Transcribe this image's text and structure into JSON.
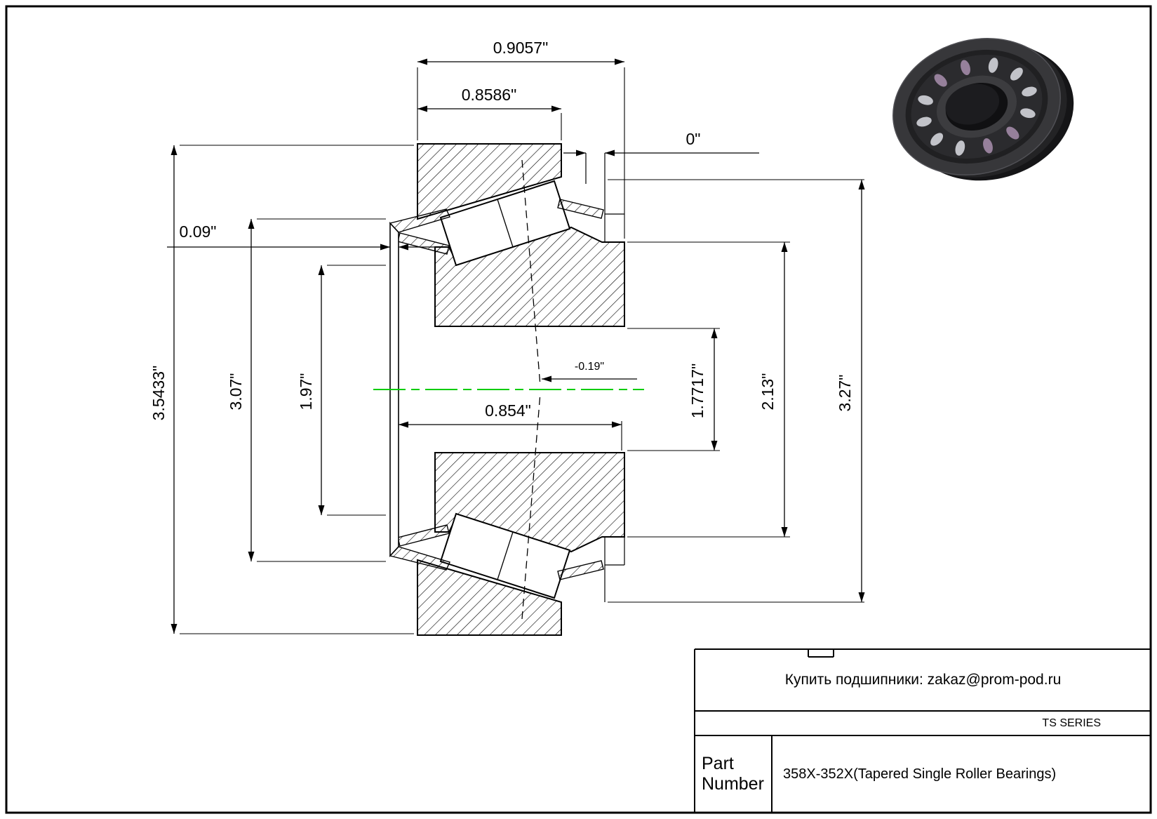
{
  "drawing": {
    "centerline_color": "#00cc00",
    "dims": {
      "d_0_9057": "0.9057\"",
      "d_0_8586": "0.8586\"",
      "d_0": "0\"",
      "d_0_09": "0.09\"",
      "d_3_5433": "3.5433\"",
      "d_3_07": "3.07\"",
      "d_1_97": "1.97\"",
      "d_0_854": "0.854\"",
      "d_minus_0_19": "-0.19\"",
      "d_1_7717": "1.7717\"",
      "d_2_13": "2.13\"",
      "d_3_27": "3.27\""
    }
  },
  "title_block": {
    "contact": "Купить подшипники: zakaz@prom-pod.ru",
    "series": "TS SERIES",
    "part_label": "Part Number",
    "part_value": "358X-352X(Tapered Single Roller Bearings)"
  }
}
